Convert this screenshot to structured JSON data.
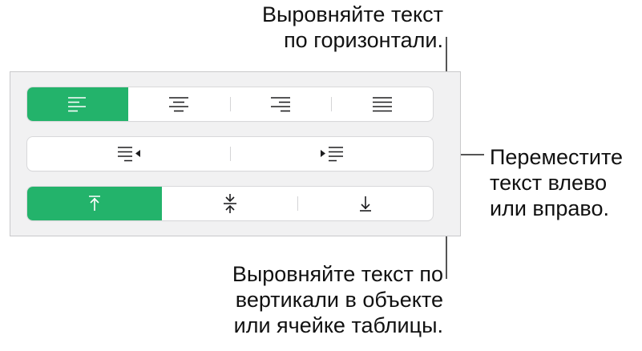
{
  "callouts": {
    "horizontal": {
      "line1": "Выровняйте текст",
      "line2": "по горизонтали."
    },
    "indent": {
      "line1": "Переместите",
      "line2": "текст влево",
      "line3": "или вправо."
    },
    "vertical": {
      "line1": "Выровняйте текст по",
      "line2": "вертикали в объекте",
      "line3": "или ячейке таблицы."
    }
  },
  "controls": {
    "horizontal_alignment": {
      "items": [
        {
          "icon": "align-left-icon",
          "selected": true
        },
        {
          "icon": "align-center-icon",
          "selected": false
        },
        {
          "icon": "align-right-icon",
          "selected": false
        },
        {
          "icon": "align-justify-icon",
          "selected": false
        }
      ]
    },
    "indentation": {
      "items": [
        {
          "icon": "decrease-indent-icon"
        },
        {
          "icon": "increase-indent-icon"
        }
      ]
    },
    "vertical_alignment": {
      "items": [
        {
          "icon": "align-top-icon",
          "selected": true
        },
        {
          "icon": "align-middle-icon",
          "selected": false
        },
        {
          "icon": "align-bottom-icon",
          "selected": false
        }
      ]
    }
  },
  "colors": {
    "selected_segment": "#23b36b",
    "panel_background": "#f1f1f2"
  }
}
